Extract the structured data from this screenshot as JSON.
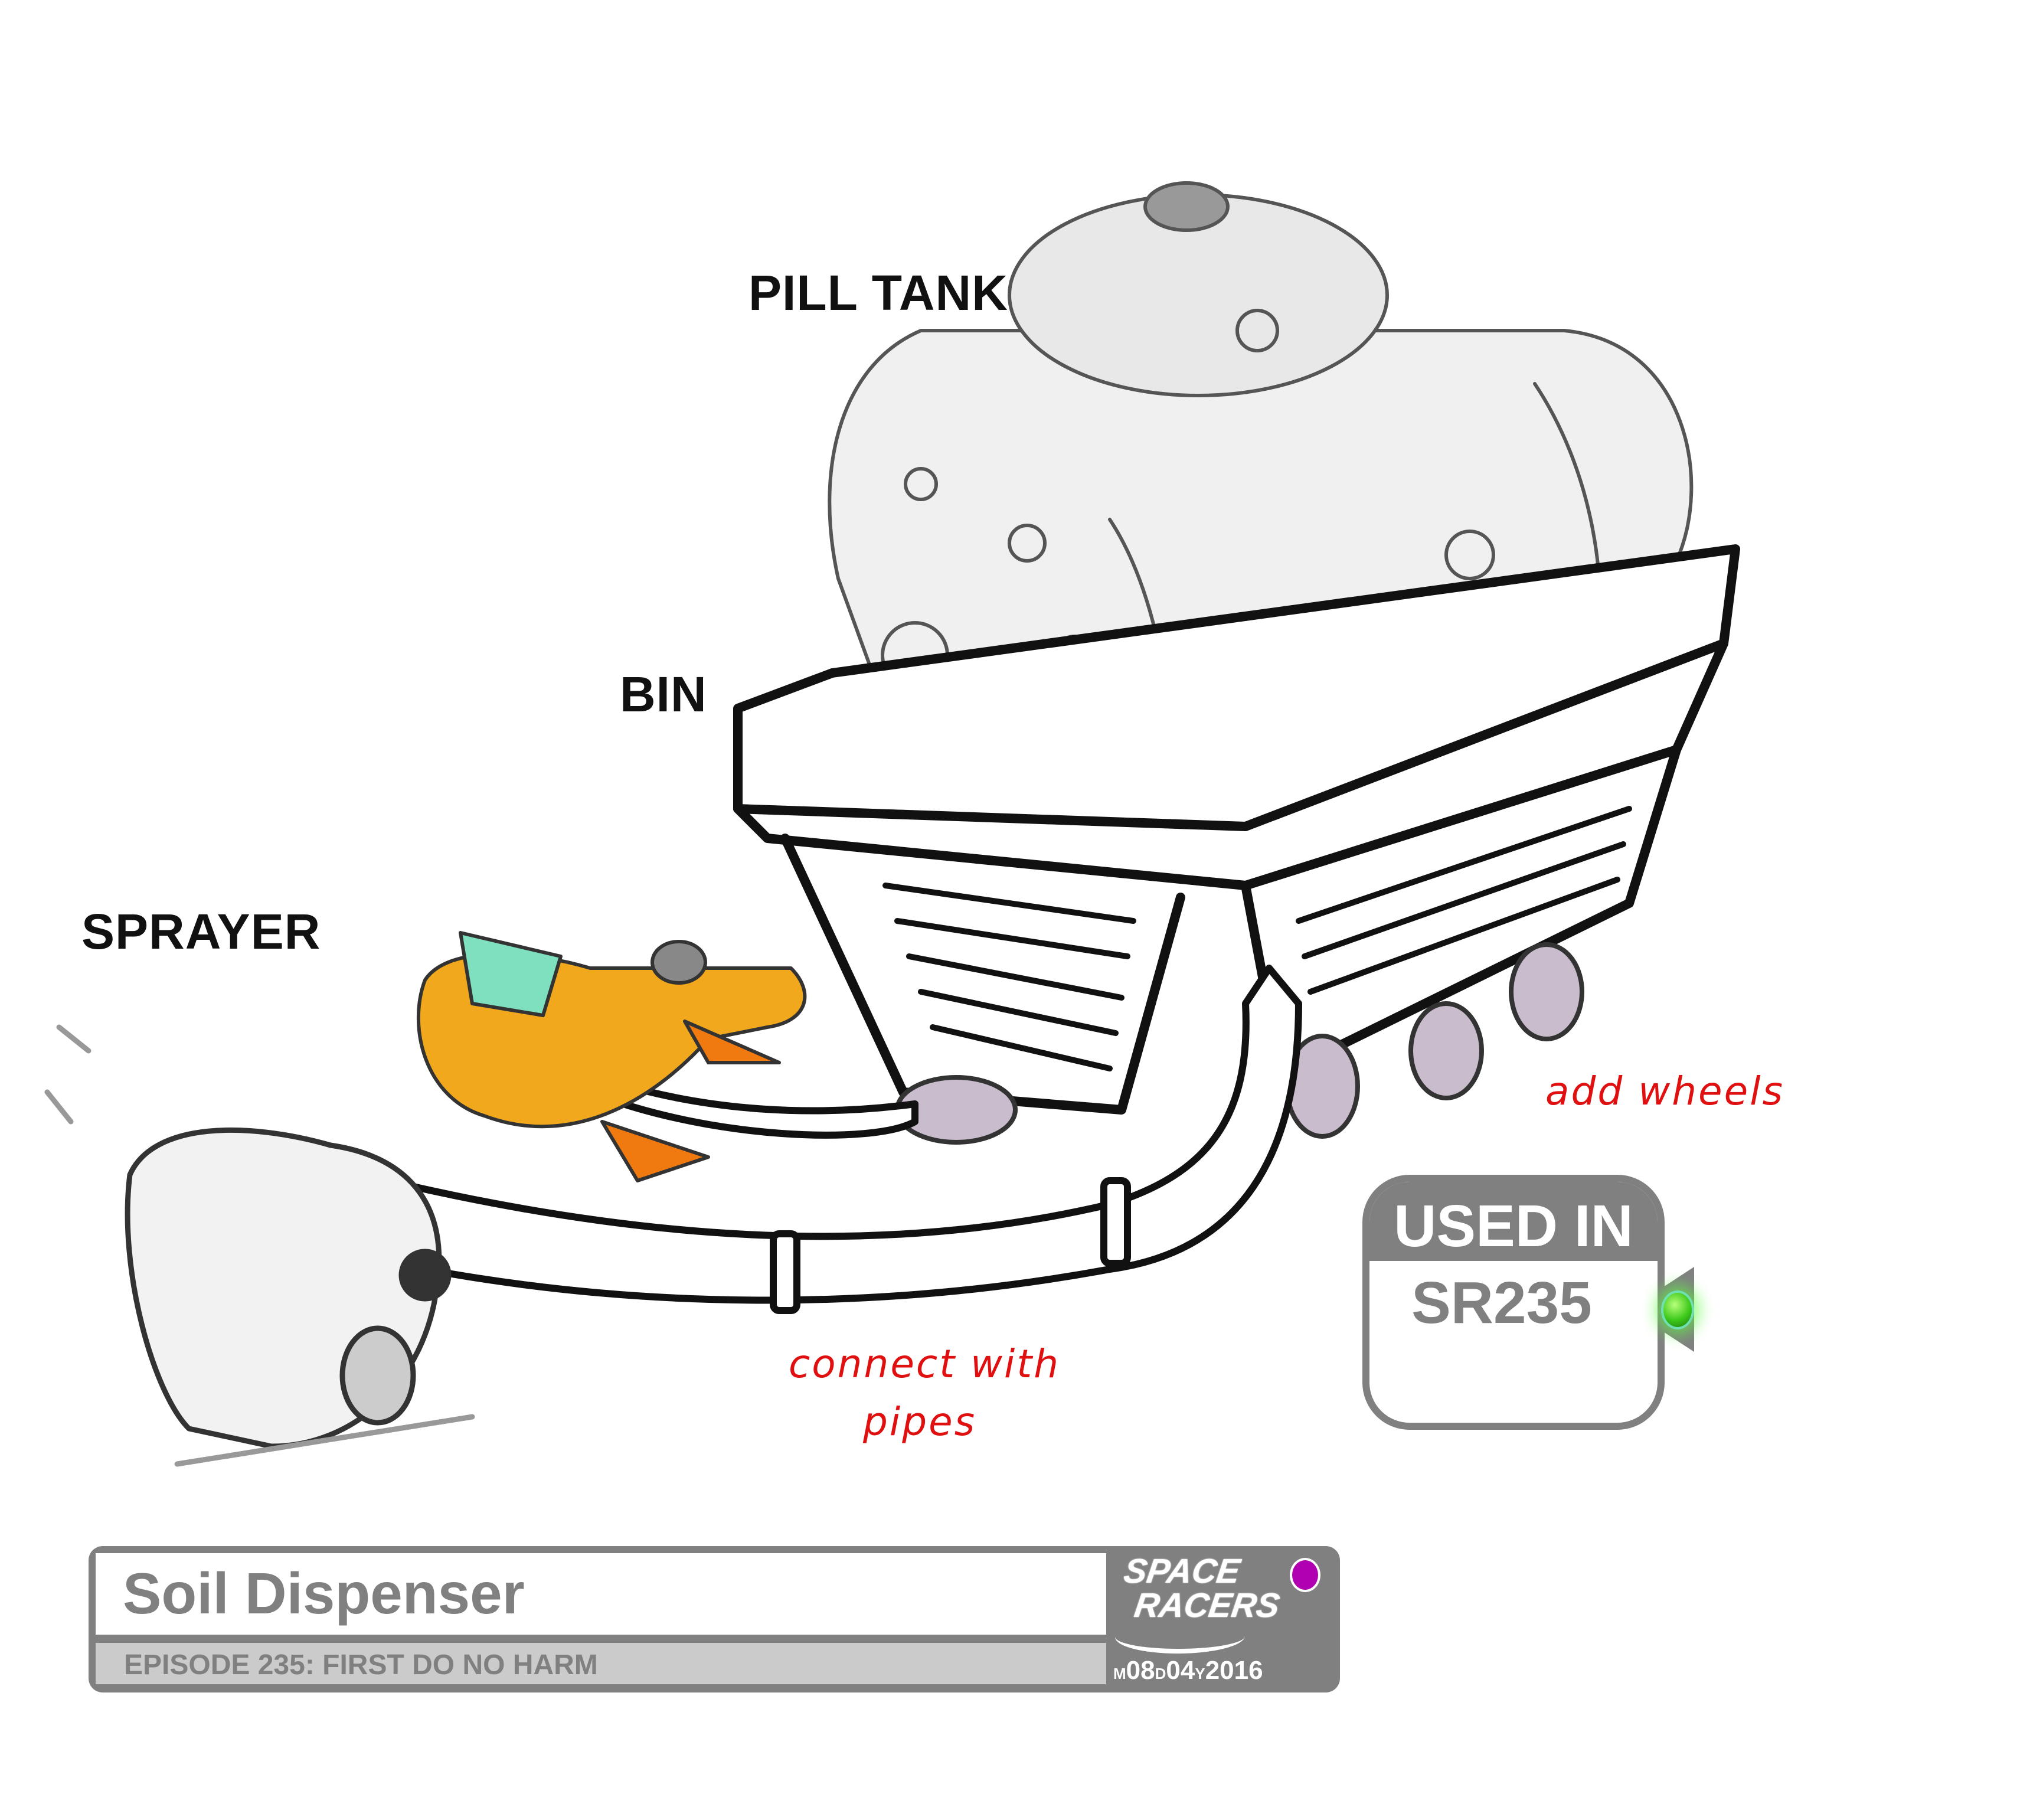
{
  "labels": {
    "pill_tank": "PILL TANK",
    "bin": "BIN",
    "sprayer": "SPRAYER"
  },
  "notes": {
    "add_wheels": "add wheels",
    "connect_with": "connect with",
    "pipes": "pipes"
  },
  "badge": {
    "heading": "USED IN",
    "code": "SR235",
    "indicator_color": "#3cc81a"
  },
  "card": {
    "title": "Soil Dispenser",
    "subtitle": "EPISODE 235: FIRST DO NO HARM",
    "logo_text": "SPACE RACERS",
    "logo_line1": "SPACE",
    "logo_line2": "RACERS",
    "date_m_prefix": "M",
    "date_month": "08",
    "date_d_prefix": "D",
    "date_day": "04",
    "date_y_prefix": "Y",
    "date_year": "2016",
    "dot_color": "#b000b0",
    "frame_color": "#808080"
  }
}
